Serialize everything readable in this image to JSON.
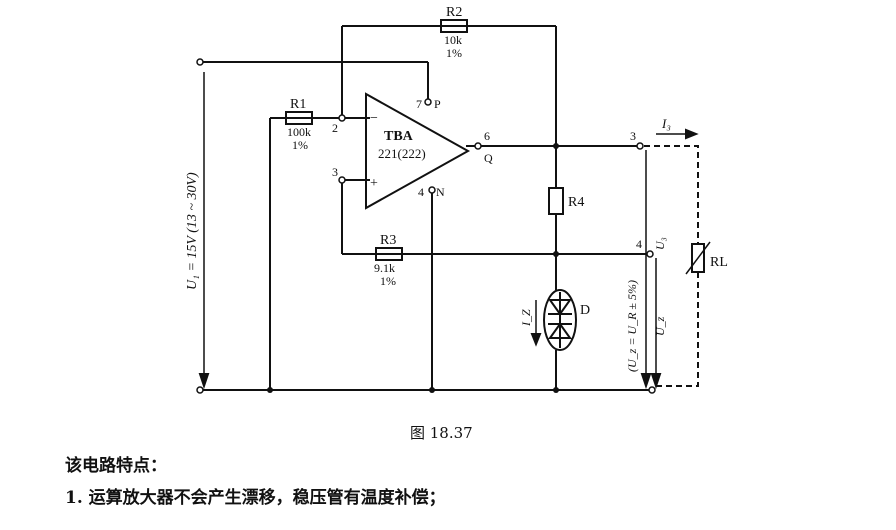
{
  "diagram": {
    "supply_label": "U₁ = 15V (13 ~ 30V)",
    "opamp": {
      "name": "TBA",
      "model": "221(222)",
      "minus": "−",
      "plus": "+"
    },
    "pins": {
      "p2": "2",
      "p3": "3",
      "p6": "6",
      "p7": "7",
      "p4": "4",
      "P": "P",
      "N": "N",
      "Q": "Q"
    },
    "r1": {
      "name": "R1",
      "value": "100k",
      "tol": "1%"
    },
    "r2": {
      "name": "R2",
      "value": "10k",
      "tol": "1%"
    },
    "r3": {
      "name": "R3",
      "value": "9.1k",
      "tol": "1%"
    },
    "r4": {
      "name": "R4"
    },
    "diode": {
      "name": "D"
    },
    "load": {
      "name": "RL"
    },
    "terminals": {
      "t3": "3",
      "t4": "4"
    },
    "current_i3": "I₃",
    "current_iz": "I_Z",
    "u3": "U₃",
    "uz": "U_z",
    "uz_formula": "(U_z = U_R ± 5%)"
  },
  "caption": "图 18.37",
  "notes": {
    "line1": "该电路特点：",
    "line2": "1. 运算放大器不会产生漂移，稳压管有温度补偿；"
  }
}
